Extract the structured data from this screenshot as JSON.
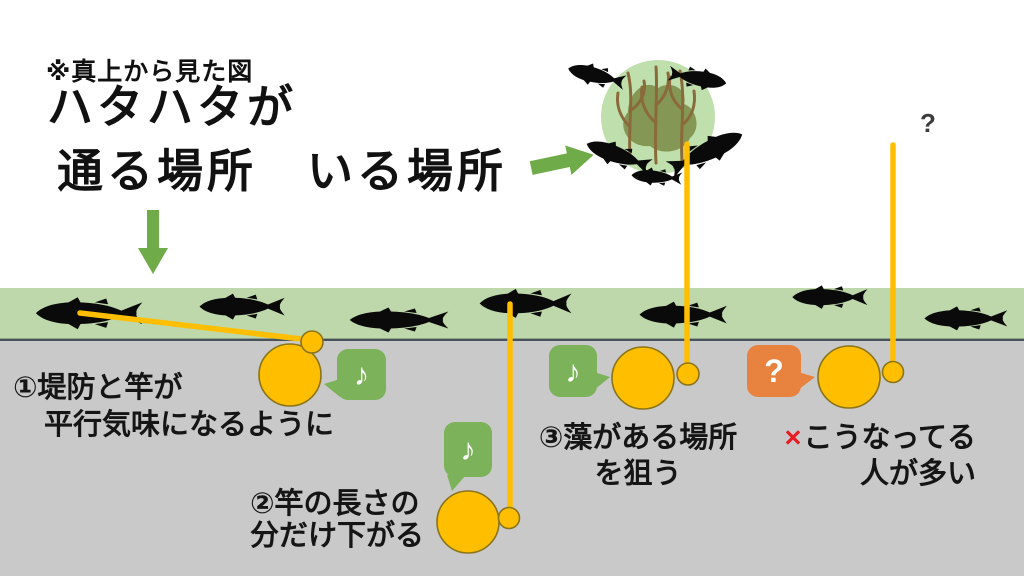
{
  "colors": {
    "background": "#ffffff",
    "fish_path_band_green": "#BED8AB",
    "pier_gray": "#C9C9C9",
    "pier_edge_line": "#47525A",
    "arrow_green": "#6FAC49",
    "bubble_green": "#7CB25A",
    "bubble_orange": "#E8823F",
    "angler_yellow": "#FFBF00",
    "angler_outline": "#8A7418",
    "rod_yellow": "#FFBF00",
    "cross_red": "#E81B23",
    "fish_black": "#0A0A0A",
    "algae_circle_green": "#BFDFAD",
    "seaweed_brown": "#8A6A3B",
    "seaweed_olive": "#6F7C33"
  },
  "header": {
    "note": "※真上から見た図",
    "title_line1": "ハタハタが",
    "title_line2": "通る場所　いる場所"
  },
  "annotations": {
    "step1": {
      "line1": "①堤防と竿が",
      "line2": "平行気味になるように"
    },
    "step2": {
      "line1": "②竿の長さの",
      "line2": "分だけ下がる"
    },
    "step3": {
      "line1": "③藻がある場所",
      "line2": "を狙う"
    },
    "warning": {
      "cross": "×",
      "line1": "こうなってる",
      "line2": "人が多い"
    },
    "question_top": "?"
  },
  "bubbles": {
    "note_glyph": "♪",
    "question_glyph": "?"
  }
}
